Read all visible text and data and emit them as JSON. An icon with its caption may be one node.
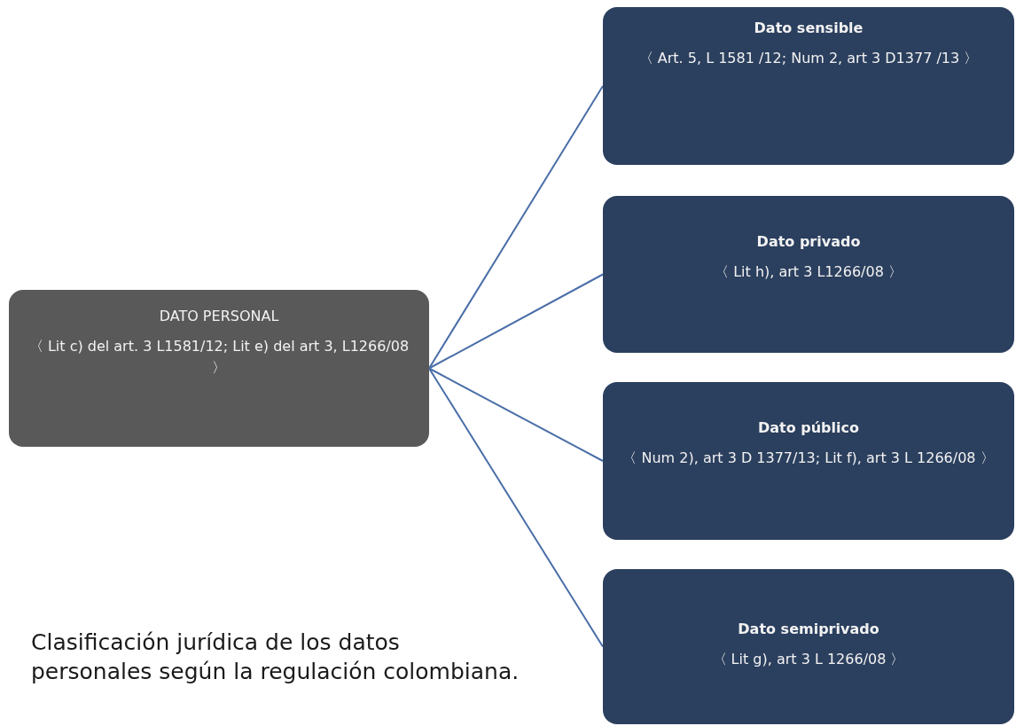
{
  "diagram": {
    "caption": "Clasificación jurídica de los datos personales según la regulación colombiana.",
    "nodes": [
      {
        "text": [
          "DATO PERSONAL",
          "〈 Lit c) del art. 3 L1581/12; Lit e) del art 3, L1266/08 〉"
        ]
      },
      {
        "text": [
          "Dato sensible",
          "〈 Art. 5, L 1581 /12; Num 2, art 3 D1377 /13 〉"
        ]
      },
      {
        "text": [
          "Dato privado",
          "〈 Lit h), art 3 L1266/08 〉"
        ]
      },
      {
        "text": [
          "Dato público",
          "〈 Num 2), art 3 D 1377/13; Lit f), art 3 L 1266/08 〉"
        ]
      },
      {
        "text": [
          "Dato semiprivado",
          "〈 Lit g), art 3 L 1266/08 〉"
        ]
      }
    ],
    "edges": [
      {
        "from": 0,
        "to": 1,
        "arrow": "none"
      },
      {
        "from": 0,
        "to": 2,
        "arrow": "none"
      },
      {
        "from": 0,
        "to": 3,
        "arrow": "none"
      },
      {
        "from": 0,
        "to": 4,
        "arrow": "none"
      }
    ]
  }
}
